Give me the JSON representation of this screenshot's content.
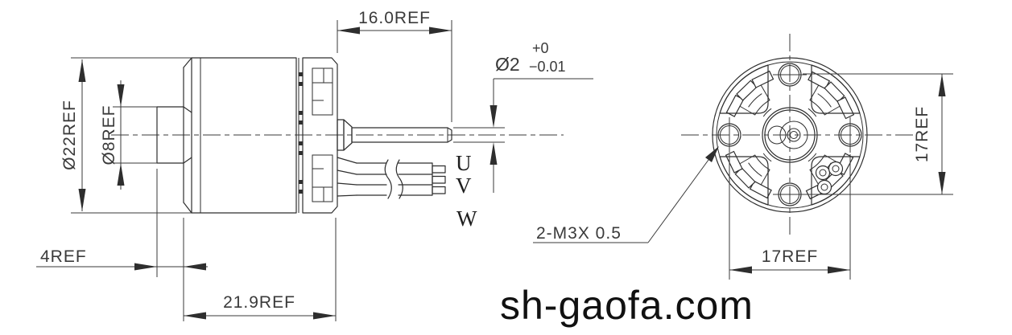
{
  "side_view": {
    "dims": {
      "shaft_length": "16.0REF",
      "body_diameter": "Ø22REF",
      "boss_diameter": "Ø8REF",
      "boss_length": "4REF",
      "body_length": "21.9REF",
      "shaft_dia_nominal": "Ø2",
      "shaft_dia_tol_plus": "+0",
      "shaft_dia_tol_minus": "−0.01"
    },
    "wires": [
      "U",
      "V",
      "W"
    ]
  },
  "front_view": {
    "thread_callout": "2-M3X 0.5",
    "hole_span_horizontal": "17REF",
    "hole_span_vertical": "17REF"
  },
  "watermark": "sh-gaofa.com",
  "colors": {
    "line": "#2e2e2e",
    "background": "#ffffff"
  }
}
